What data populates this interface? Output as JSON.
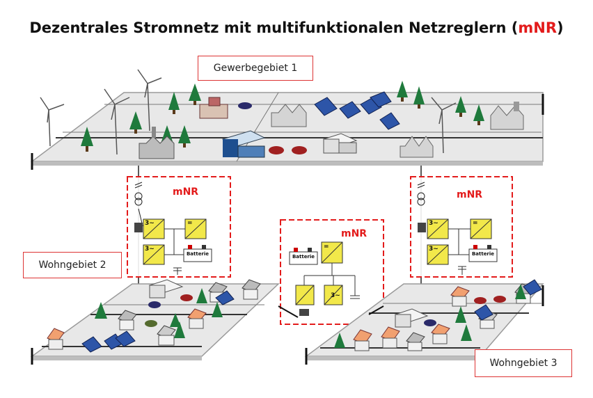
{
  "title": {
    "main": "Dezentrales Stromnetz mit multifunktionalen Netzreglern (",
    "accent": "mNR",
    "close": ")"
  },
  "areas": {
    "commercial": "Gewerbegebiet  1",
    "residential_2": "Wohngebiet 2",
    "residential_3": "Wohngebiet 3"
  },
  "controllers": {
    "left": "mNR",
    "center": "mNR",
    "right": "mNR"
  },
  "components": {
    "battery": "Batterie",
    "converter_ac": "3~",
    "converter_dc": "="
  },
  "colors": {
    "accent": "#e31b1b",
    "converter": "#f2e84a",
    "platform": "#e6e6e6",
    "grid_line": "#222222",
    "tree": "#1f7a3c",
    "solar": "#2d55a8"
  }
}
